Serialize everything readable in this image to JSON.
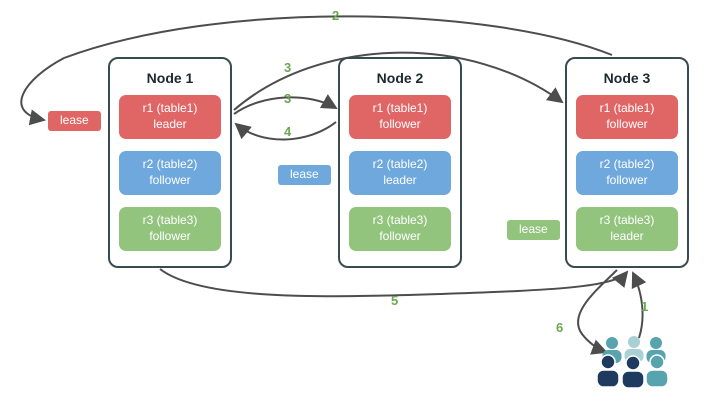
{
  "palette": {
    "red": "#e06666",
    "blue": "#6fa8dc",
    "green": "#93c47d",
    "arrow": "#4d4d4d",
    "step_number": "#6aa84f",
    "node_border": "#3a4a52"
  },
  "nodes": [
    {
      "title": "Node 1",
      "replicas": [
        {
          "name": "r1 (table1)",
          "role": "leader",
          "color": "#e06666"
        },
        {
          "name": "r2 (table2)",
          "role": "follower",
          "color": "#6fa8dc"
        },
        {
          "name": "r3 (table3)",
          "role": "follower",
          "color": "#93c47d"
        }
      ]
    },
    {
      "title": "Node 2",
      "replicas": [
        {
          "name": "r1 (table1)",
          "role": "follower",
          "color": "#e06666"
        },
        {
          "name": "r2 (table2)",
          "role": "leader",
          "color": "#6fa8dc"
        },
        {
          "name": "r3 (table3)",
          "role": "follower",
          "color": "#93c47d"
        }
      ]
    },
    {
      "title": "Node 3",
      "replicas": [
        {
          "name": "r1 (table1)",
          "role": "follower",
          "color": "#e06666"
        },
        {
          "name": "r2 (table2)",
          "role": "follower",
          "color": "#6fa8dc"
        },
        {
          "name": "r3 (table3)",
          "role": "leader",
          "color": "#93c47d"
        }
      ]
    }
  ],
  "leases": [
    {
      "label": "lease",
      "color": "#e06666"
    },
    {
      "label": "lease",
      "color": "#6fa8dc"
    },
    {
      "label": "lease",
      "color": "#93c47d"
    }
  ],
  "steps": {
    "s1": "1",
    "s2": "2",
    "s3a": "3",
    "s3b": "3",
    "s4": "4",
    "s5": "5",
    "s6": "6"
  },
  "users": {
    "colors": {
      "teal": "#58a4ae",
      "light_teal": "#a9d0d5",
      "navy": "#1e3a5f"
    }
  }
}
